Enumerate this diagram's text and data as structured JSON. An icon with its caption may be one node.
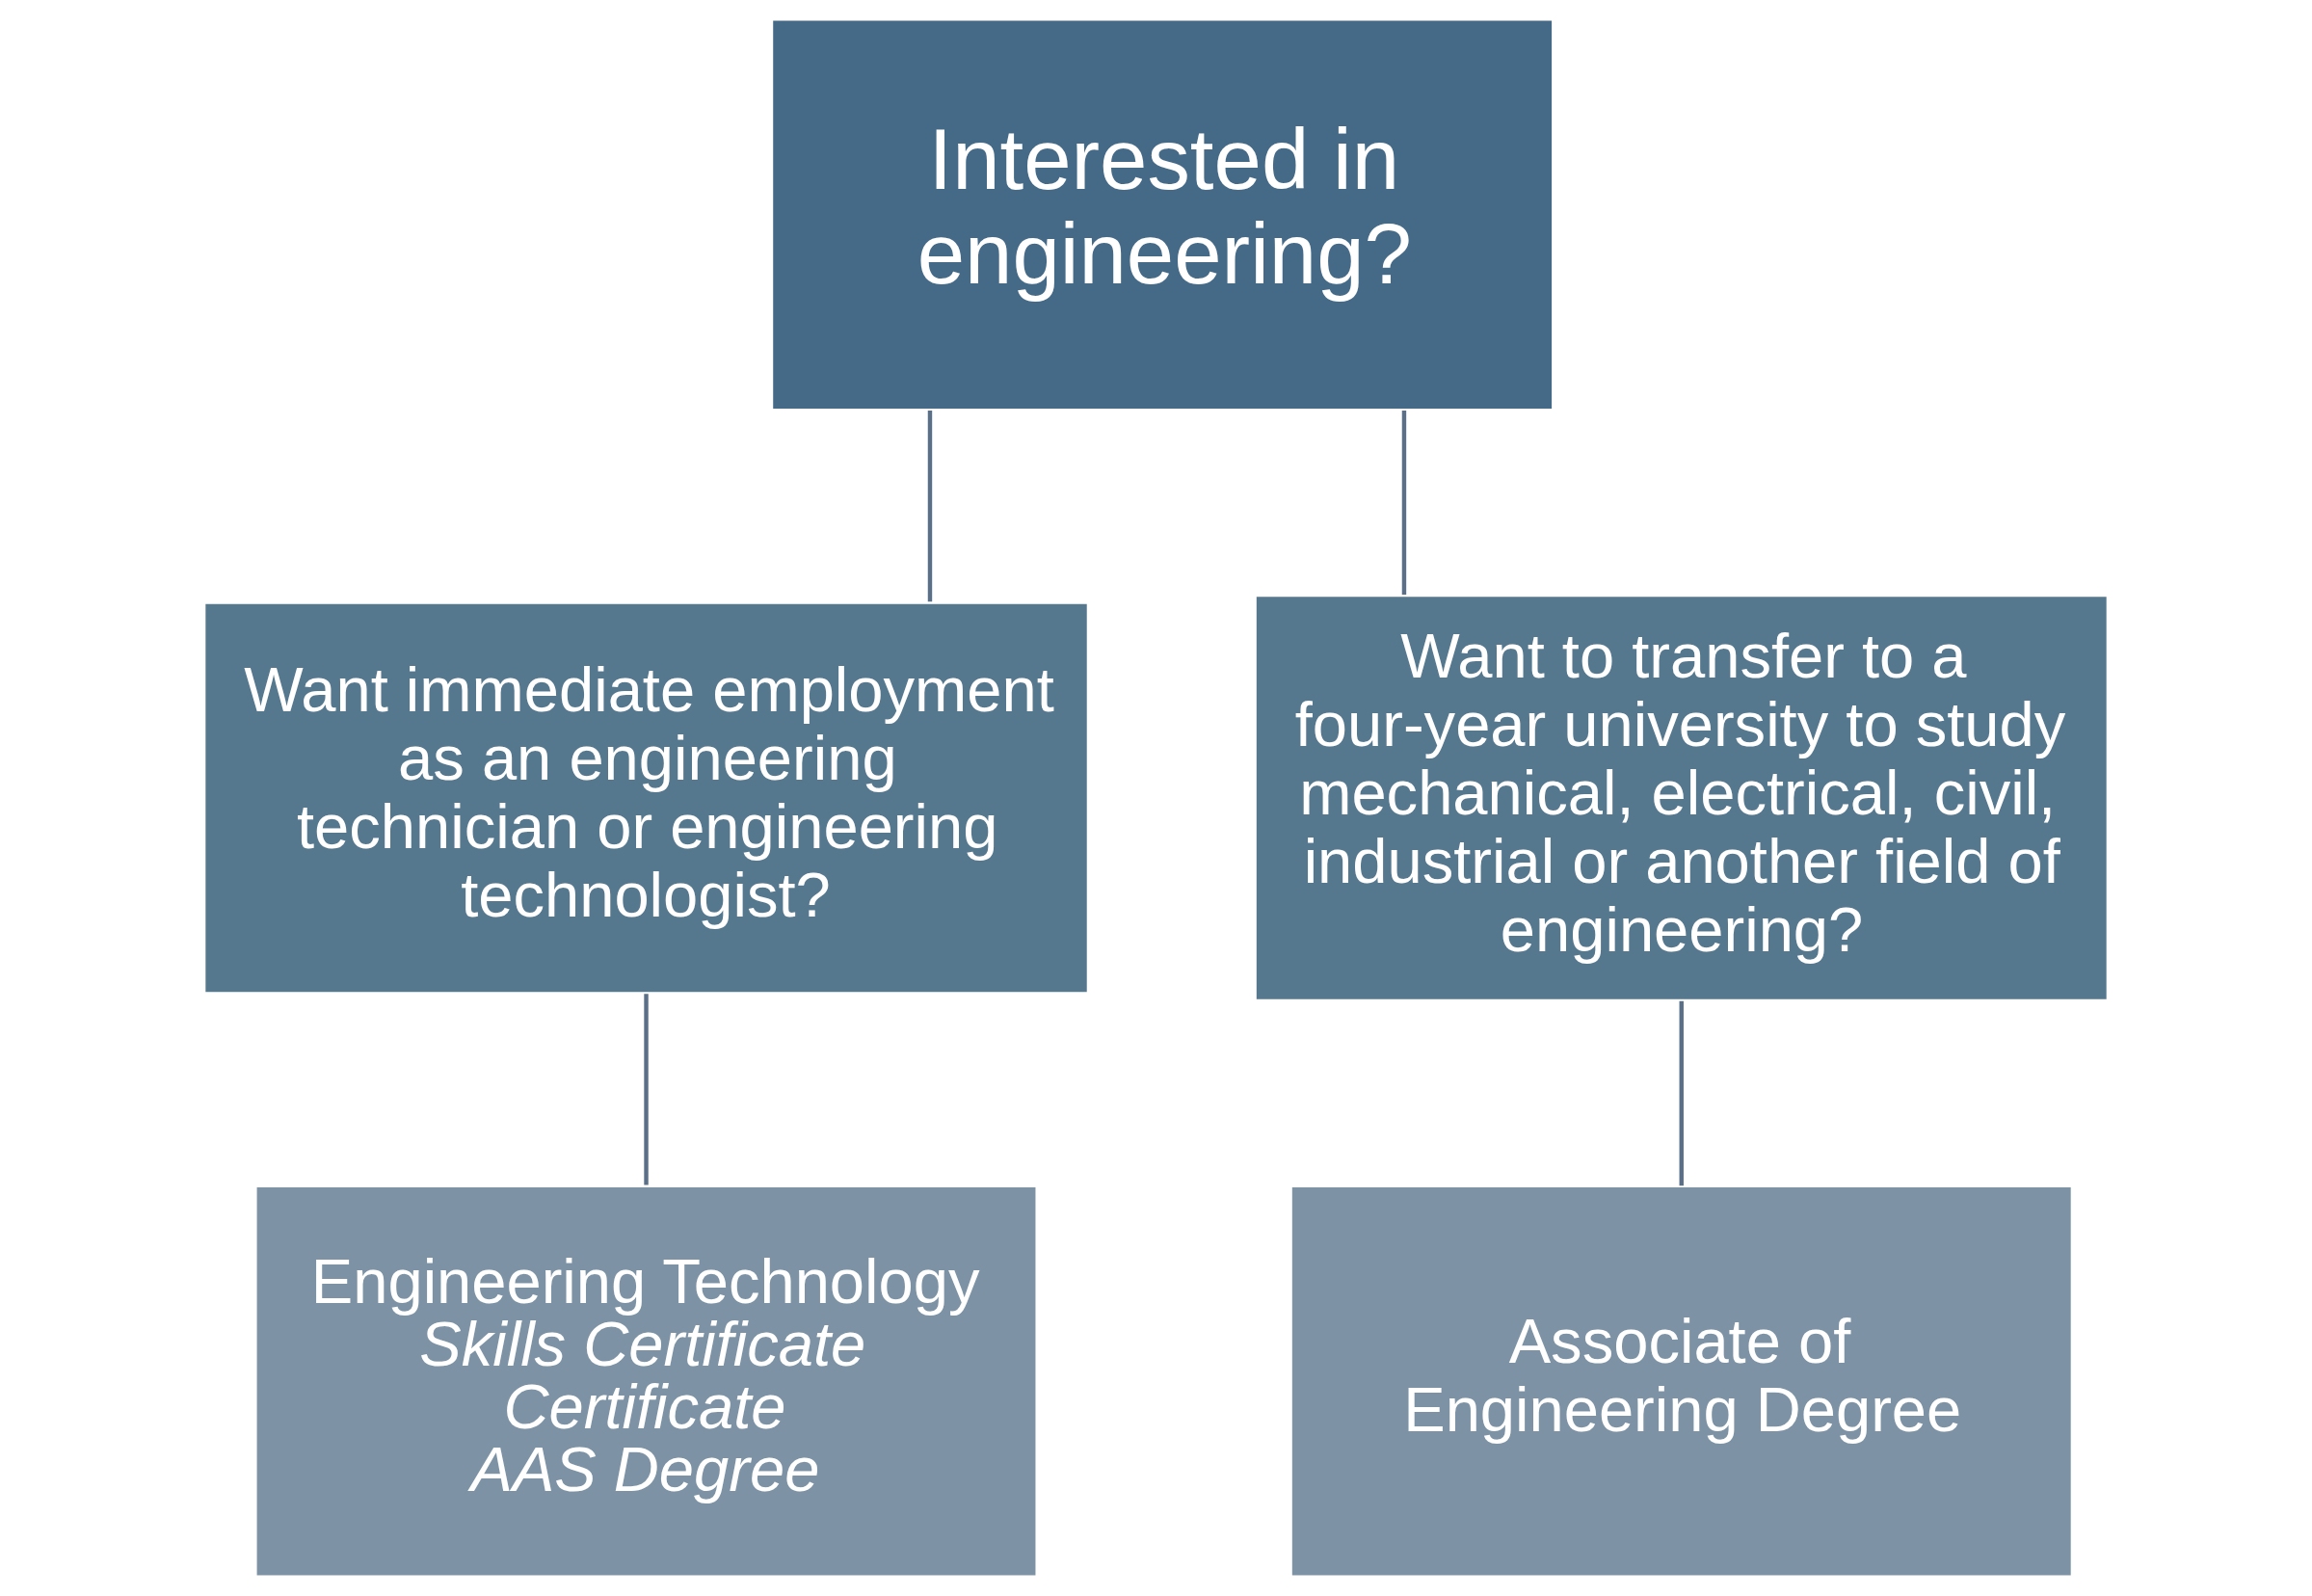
{
  "diagram": {
    "nodes": [
      {
        "text": [
          "Interested in engineering?"
        ]
      },
      {
        "text": [
          "Want immediate employment as an engineering technician or engineering technologist?"
        ]
      },
      {
        "text": [
          "Want to transfer to a four-year university to study mechanical, electrical, civil, industrial or another field of engineering?"
        ]
      },
      {
        "text": [
          "Engineering Technology",
          "Skills Certificate",
          "Certificate",
          "AAS Degree"
        ]
      },
      {
        "text": [
          "Associate of Engineering Degree"
        ]
      }
    ],
    "edges": [
      {
        "from": 0,
        "to": 1,
        "arrow": "none"
      },
      {
        "from": 0,
        "to": 2,
        "arrow": "none"
      },
      {
        "from": 1,
        "to": 3,
        "arrow": "none"
      },
      {
        "from": 2,
        "to": 4,
        "arrow": "none"
      }
    ]
  }
}
